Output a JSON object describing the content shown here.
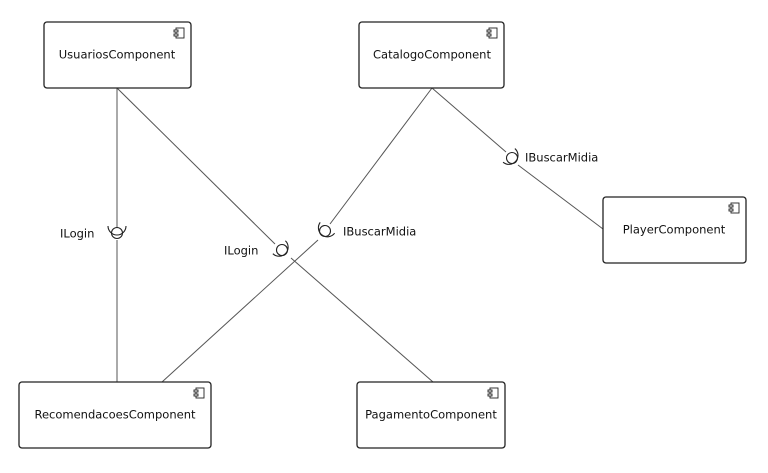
{
  "components": {
    "usuarios": "UsuariosComponent",
    "catalogo": "CatalogoComponent",
    "player": "PlayerComponent",
    "recomendacoes": "RecomendacoesComponent",
    "pagamento": "PagamentoComponent"
  },
  "interfaces": {
    "ilogin_recomendacoes": "ILogin",
    "ilogin_pagamento": "ILogin",
    "ibuscar_recomendacoes": "IBuscarMidia",
    "ibuscar_player": "IBuscarMidia"
  },
  "colors": {
    "line": "#555555",
    "border": "#222222",
    "background": "#ffffff"
  }
}
